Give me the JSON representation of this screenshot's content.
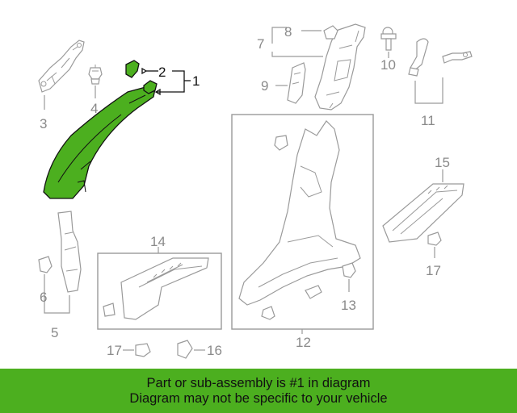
{
  "callouts": {
    "c1": "1",
    "c2": "2",
    "c3": "3",
    "c4": "4",
    "c5": "5",
    "c6": "6",
    "c7": "7",
    "c8": "8",
    "c9": "9",
    "c10": "10",
    "c11": "11",
    "c12": "12",
    "c13": "13",
    "c14": "14",
    "c15": "15",
    "c16": "16",
    "c17a": "17",
    "c17b": "17"
  },
  "banner": {
    "line1": "Part or sub-assembly is #1 in diagram",
    "line2": "Diagram may not be specific to your vehicle"
  },
  "colors": {
    "highlight": "#4caf1f",
    "line_gray": "#9a9a9a",
    "line_dark": "#111111"
  }
}
